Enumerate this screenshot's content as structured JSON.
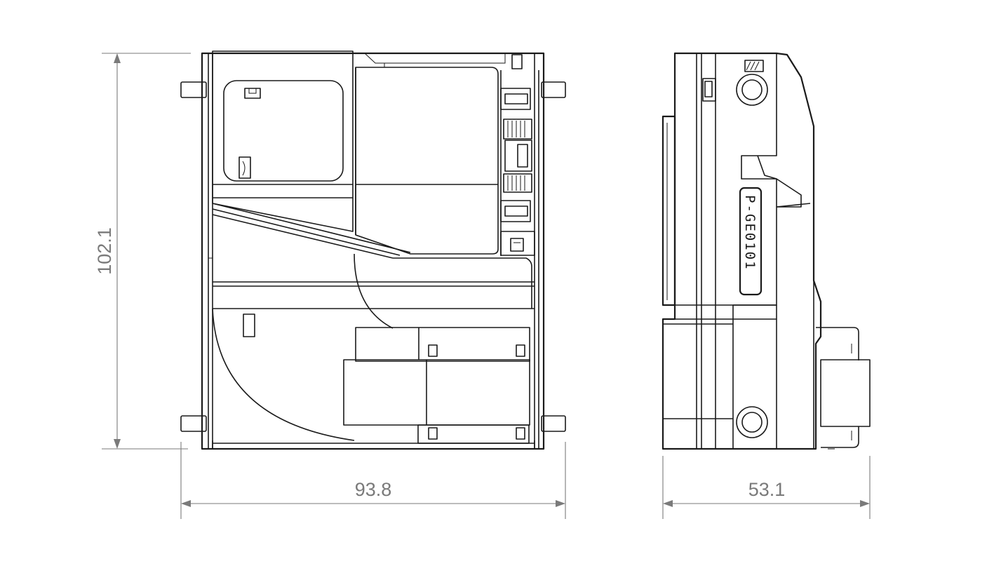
{
  "drawing": {
    "dimensions": {
      "front_height": "102.1",
      "front_width": "93.8",
      "side_width": "53.1"
    },
    "side_label": "P-GE0101"
  }
}
